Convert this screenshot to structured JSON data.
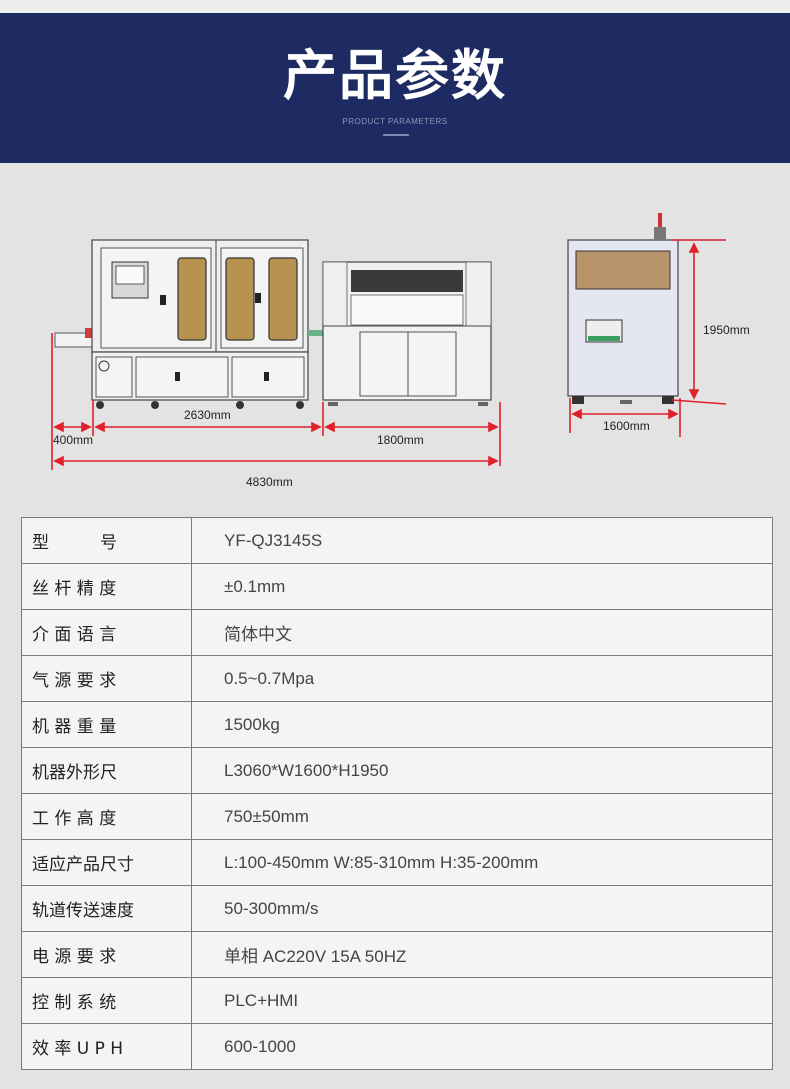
{
  "header": {
    "title": "产品参数",
    "subtitle": "PRODUCT PARAMETERS"
  },
  "drawing": {
    "dims": {
      "d400": "400mm",
      "d2630": "2630mm",
      "d1800": "1800mm",
      "d4830": "4830mm",
      "d1950": "1950mm",
      "d1600": "1600mm"
    }
  },
  "specs": [
    {
      "label": "型　　　号",
      "value": "YF-QJ3145S"
    },
    {
      "label": "丝 杆 精 度",
      "value": "±0.1mm"
    },
    {
      "label": "介 面 语 言",
      "value": "简体中文"
    },
    {
      "label": "气 源 要 求",
      "value": "0.5~0.7Mpa"
    },
    {
      "label": "机 器 重 量",
      "value": "1500kg"
    },
    {
      "label": "机器外形尺",
      "value": "L3060*W1600*H1950"
    },
    {
      "label": "工 作 高 度",
      "value": "750±50mm"
    },
    {
      "label": "适应产品尺寸",
      "value": "L:100-450mm W:85-310mm H:35-200mm"
    },
    {
      "label": "轨道传送速度",
      "value": "50-300mm/s"
    },
    {
      "label": "电 源 要 求",
      "value": "单相 AC220V 15A 50HZ"
    },
    {
      "label": "控 制 系 统",
      "value": "PLC+HMI"
    },
    {
      "label": "效 率 U P H",
      "value": "600-1000"
    }
  ],
  "colors": {
    "banner": "#1e2b63",
    "dimension_lines": "#e0202a",
    "table_border": "#7a7a7a"
  }
}
